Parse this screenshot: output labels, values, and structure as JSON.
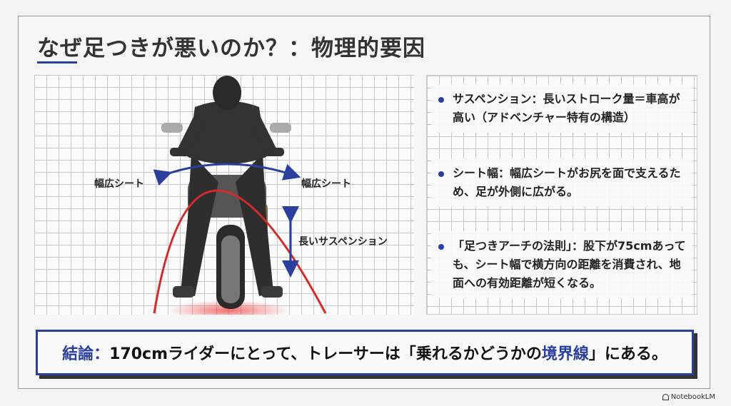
{
  "title": "なぜ足つきが悪いのか？：物理的要因",
  "illustration": {
    "label_seat_left": "幅広シート",
    "label_seat_right": "幅広シート",
    "label_suspension": "長いサスペンション",
    "colors": {
      "arc": "#d22b2b",
      "arrows": "#2b3f9e"
    }
  },
  "bullets": [
    {
      "text": "サスペンション：長いストローク量＝車高が高い（アドベンチャー特有の構造）"
    },
    {
      "text": "シート幅：幅広シートがお尻を面で支えるため、足が外側に広がる。"
    },
    {
      "text": "「足つきアーチの法則」：股下が75cmあっても、シート幅で横方向の距離を消費され、地面への有効距離が短くなる。"
    }
  ],
  "conclusion": {
    "lead": "結論：",
    "text1": "170cmライダーにとって、トレーサーは「乗れるかどうかの",
    "highlight": "境界線",
    "text2": "」にある。"
  },
  "branding": {
    "label": "NotebookLM"
  },
  "accent_color": "#2b3f9e"
}
